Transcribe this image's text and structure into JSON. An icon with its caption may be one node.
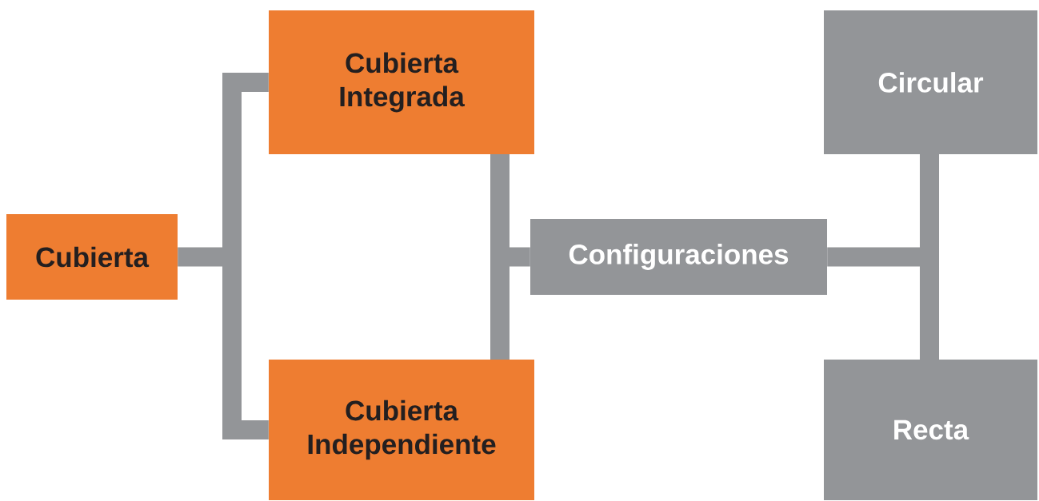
{
  "diagram": {
    "nodes": [
      {
        "text": [
          "Cubierta"
        ]
      },
      {
        "text": [
          "Cubierta Integrada"
        ]
      },
      {
        "text": [
          "Cubierta Independiente"
        ]
      },
      {
        "text": [
          "Configuraciones"
        ]
      },
      {
        "text": [
          "Circular"
        ]
      },
      {
        "text": [
          "Recta"
        ]
      }
    ],
    "edges": [
      {
        "from": 0,
        "to": 1,
        "arrow": "none"
      },
      {
        "from": 0,
        "to": 2,
        "arrow": "none"
      },
      {
        "from": 1,
        "to": 3,
        "arrow": "none"
      },
      {
        "from": 2,
        "to": 3,
        "arrow": "none"
      },
      {
        "from": 3,
        "to": 4,
        "arrow": "none"
      },
      {
        "from": 3,
        "to": 5,
        "arrow": "none"
      }
    ]
  }
}
